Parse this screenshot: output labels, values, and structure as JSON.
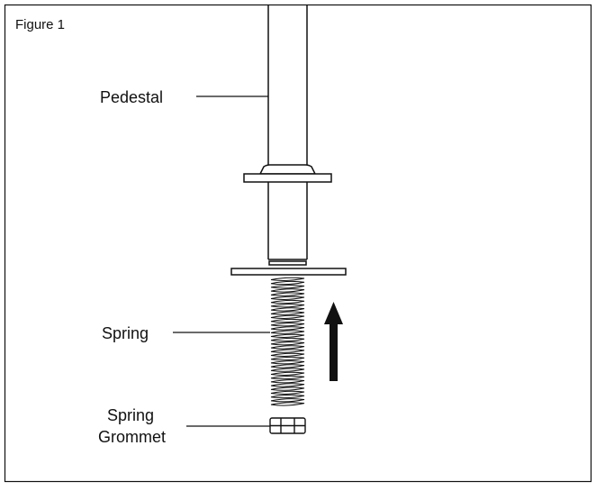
{
  "figure": {
    "caption": "Figure 1",
    "labels": {
      "pedestal": "Pedestal",
      "spring": "Spring",
      "grommet_line1": "Spring",
      "grommet_line2": "Grommet"
    }
  },
  "colors": {
    "stroke": "#111111",
    "background": "#ffffff"
  }
}
